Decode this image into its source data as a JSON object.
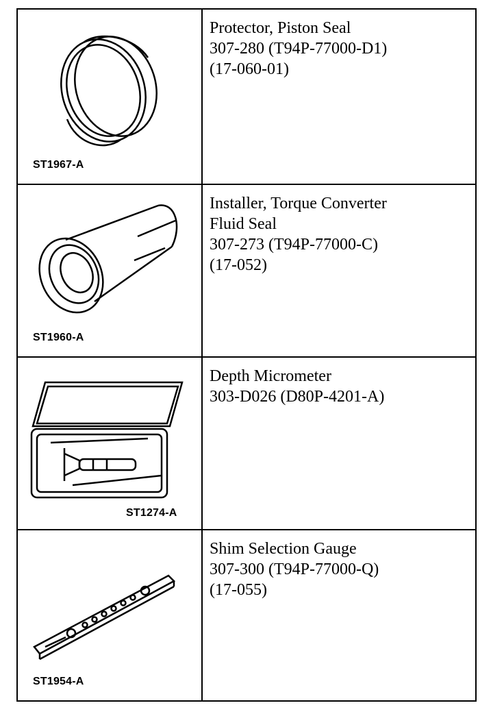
{
  "tools": [
    {
      "lines": [
        "Protector, Piston Seal",
        "307-280 (T94P-77000-D1)",
        "(17-060-01)"
      ],
      "illustration_code": "ST1967-A",
      "icon": "piston-seal-protector-ring"
    },
    {
      "lines": [
        "Installer, Torque Converter",
        "Fluid Seal",
        "307-273 (T94P-77000-C)",
        "(17-052)"
      ],
      "illustration_code": "ST1960-A",
      "icon": "seal-installer-tool"
    },
    {
      "lines": [
        "Depth Micrometer",
        "303-D026 (D80P-4201-A)"
      ],
      "illustration_code": "ST1274-A",
      "icon": "depth-micrometer-case"
    },
    {
      "lines": [
        "Shim Selection Gauge",
        "307-300 (T94P-77000-Q)",
        "(17-055)"
      ],
      "illustration_code": "ST1954-A",
      "icon": "shim-selection-gauge-bar"
    }
  ]
}
